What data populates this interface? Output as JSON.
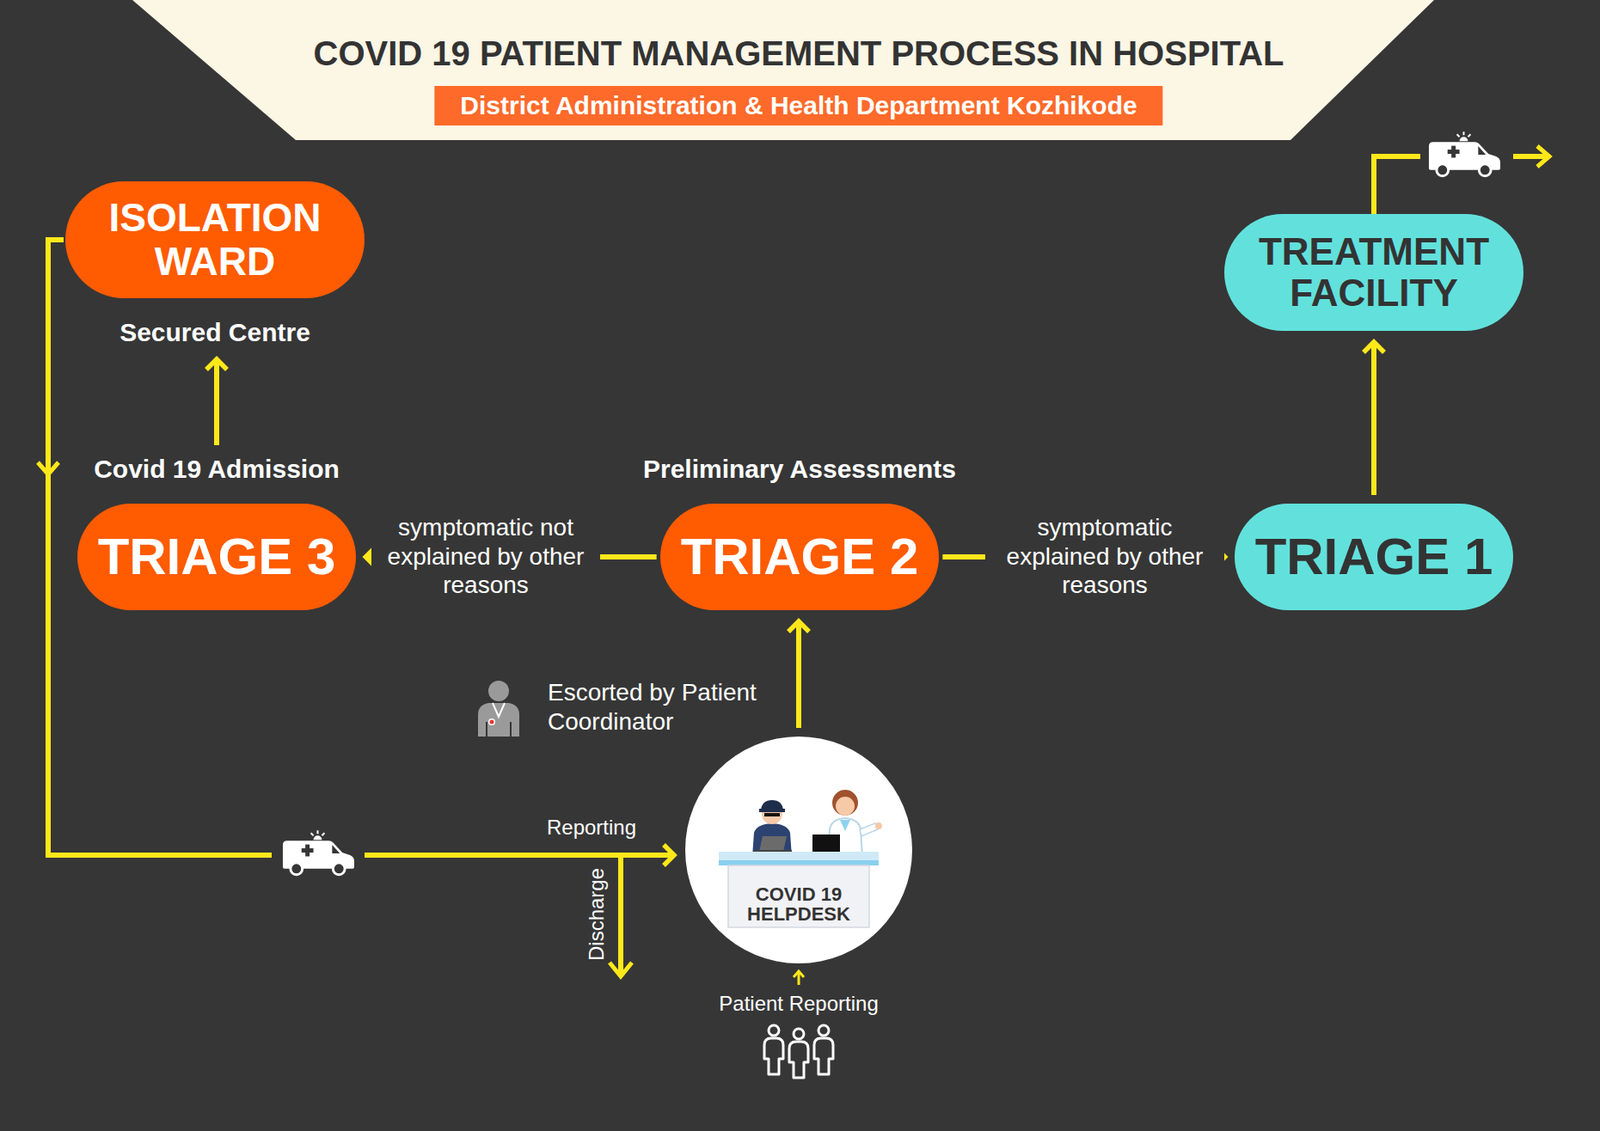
{
  "diagram": {
    "title": "COVID 19 PATIENT MANAGEMENT PROCESS IN HOSPITAL",
    "nodes": [
      {
        "text": [
          "ISOLATION WARD",
          "Secured Centre"
        ]
      },
      {
        "text": [
          "TREATMENT FACILITY"
        ]
      },
      {
        "text": [
          "Covid 19 Admission",
          "TRIAGE 3"
        ]
      },
      {
        "text": [
          "Preliminary Assessments",
          "TRIAGE 2"
        ]
      },
      {
        "text": [
          "TRIAGE 1"
        ]
      },
      {
        "text": [
          "COVID 19 HELPDESK"
        ]
      }
    ],
    "edges": [
      {
        "from": 3,
        "to": 2,
        "label": "symptomatic not explained by other reasons",
        "arrow": "to"
      },
      {
        "from": 3,
        "to": 4,
        "label": "symptomatic explained by other reasons",
        "arrow": "to"
      },
      {
        "from": 2,
        "to": 0,
        "arrow": "to"
      },
      {
        "from": 4,
        "to": 1,
        "arrow": "to"
      },
      {
        "from": 5,
        "to": 3,
        "label": "Escorted by Patient Coordinator",
        "arrow": "to"
      },
      {
        "from": 0,
        "to": 5,
        "label": "Reporting",
        "arrow": "to"
      }
    ],
    "labels": [
      "District Administration & Health Department Kozhikode",
      "Discharge",
      "Patient Reporting"
    ]
  }
}
